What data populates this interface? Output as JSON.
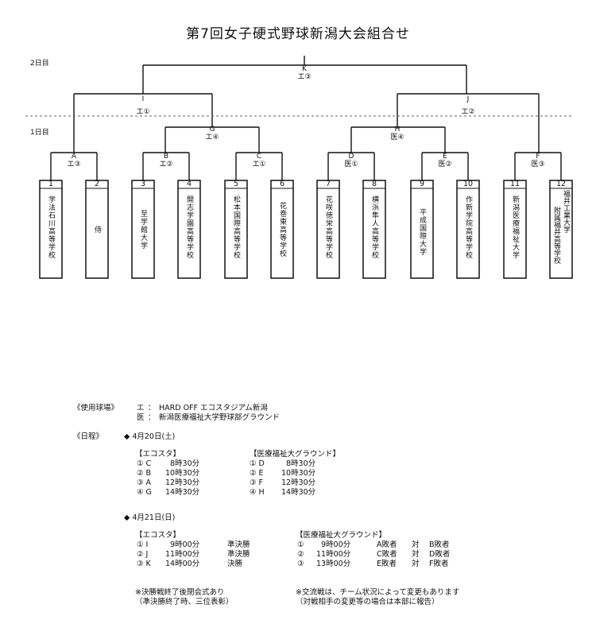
{
  "title": "第7回女子硬式野球新潟大会組合せ",
  "days": {
    "day2": "2日目",
    "day1": "1日目"
  },
  "games": {
    "K": {
      "name": "K",
      "venue": "エ③"
    },
    "I": {
      "name": "I",
      "venue": "エ①"
    },
    "J": {
      "name": "J",
      "venue": "エ②"
    },
    "G": {
      "name": "G",
      "venue": "エ④"
    },
    "H": {
      "name": "H",
      "venue": "医④"
    },
    "A": {
      "name": "A",
      "venue": "エ③"
    },
    "B": {
      "name": "B",
      "venue": "エ②"
    },
    "C": {
      "name": "C",
      "venue": "エ①"
    },
    "D": {
      "name": "D",
      "venue": "医①"
    },
    "E": {
      "name": "E",
      "venue": "医②"
    },
    "F": {
      "name": "F",
      "venue": "医③"
    }
  },
  "teams": [
    {
      "num": "1",
      "name": "学法石川高等学校"
    },
    {
      "num": "2",
      "name": "侍"
    },
    {
      "num": "3",
      "name": "至学館大学"
    },
    {
      "num": "4",
      "name": "開志学園高等学校"
    },
    {
      "num": "5",
      "name": "松本国際高等学校"
    },
    {
      "num": "6",
      "name": "花巻東高等学校"
    },
    {
      "num": "7",
      "name": "花咲徳栄高等学校"
    },
    {
      "num": "8",
      "name": "横浜隼人高等学校"
    },
    {
      "num": "9",
      "name": "平成国際大学"
    },
    {
      "num": "10",
      "name": "作新学院高等学校"
    },
    {
      "num": "11",
      "name": "新潟医療福祉大学"
    },
    {
      "num": "12",
      "name_a": "福井工業大学",
      "name_b": "附属福井高等学校"
    }
  ],
  "venues": {
    "heading": "《使用球場》",
    "e_key": "エ",
    "e_colon": "：",
    "e_name": "HARD OFF エコスタジアム新潟",
    "i_key": "医",
    "i_colon": "：",
    "i_name": "新潟医療福祉大学野球部グラウンド"
  },
  "schedule": {
    "heading": "《日程》",
    "day1": {
      "date": "◆ 4月20日(土)",
      "left_head": "【エコスタ】",
      "left": [
        {
          "no": "① C",
          "time": "8時30分"
        },
        {
          "no": "② B",
          "time": "10時30分"
        },
        {
          "no": "③ A",
          "time": "12時30分"
        },
        {
          "no": "④ G",
          "time": "14時30分"
        }
      ],
      "right_head": "【医療福祉大グラウンド】",
      "right": [
        {
          "no": "① D",
          "time": "8時30分"
        },
        {
          "no": "② E",
          "time": "10時30分"
        },
        {
          "no": "③ F",
          "time": "12時30分"
        },
        {
          "no": "④ H",
          "time": "14時30分"
        }
      ]
    },
    "day2": {
      "date": "◆ 4月21日(日)",
      "left_head": "【エコスタ】",
      "left": [
        {
          "no": "① I",
          "time": "9時00分",
          "round": "準決勝"
        },
        {
          "no": "② J",
          "time": "11時00分",
          "round": "準決勝"
        },
        {
          "no": "③ K",
          "time": "14時00分",
          "round": "決勝"
        }
      ],
      "right_head": "【医療福祉大グラウンド】",
      "right": [
        {
          "no": "①",
          "time": "9時00分",
          "a": "A敗者",
          "vs": "対",
          "b": "B敗者"
        },
        {
          "no": "②",
          "time": "11時00分",
          "a": "C敗者",
          "vs": "対",
          "b": "D敗者"
        },
        {
          "no": "③",
          "time": "13時00分",
          "a": "E敗者",
          "vs": "対",
          "b": "F敗者"
        }
      ]
    }
  },
  "notes": {
    "left_1": "※決勝戦終了後閉会式あり",
    "left_2": "（準決勝終了時、三位表彰）",
    "right_1": "※交流戦は、チーム状況によって変更もあります",
    "right_2": "（対戦相手の変更等の場合は本部に報告）"
  }
}
